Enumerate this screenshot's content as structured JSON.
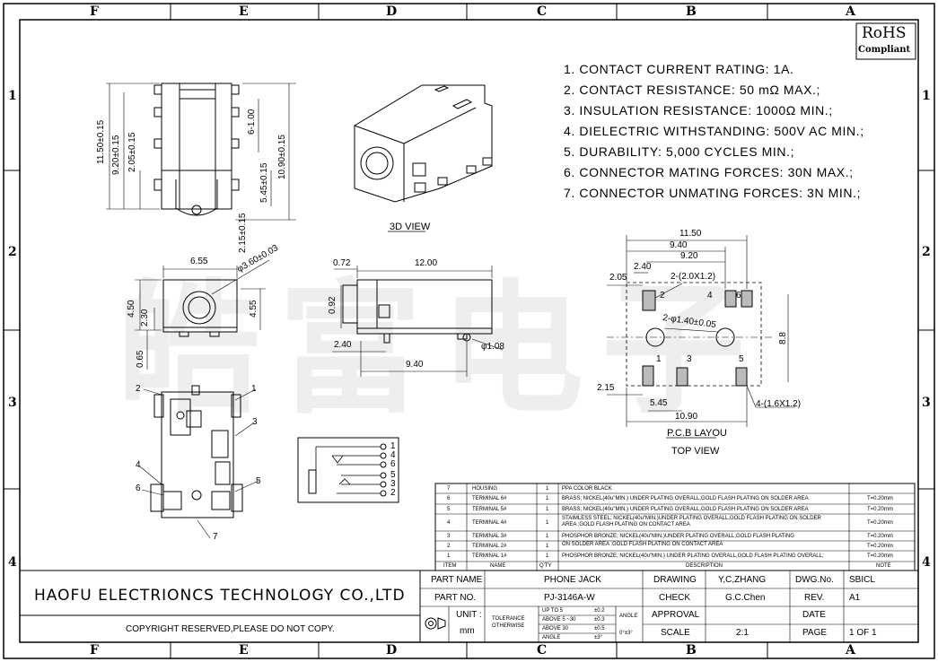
{
  "zones": {
    "top": [
      "F",
      "E",
      "D",
      "C",
      "B",
      "A"
    ],
    "bottom": [
      "F",
      "E",
      "D",
      "C",
      "B",
      "A"
    ],
    "left": [
      "1",
      "2",
      "3",
      "4"
    ],
    "right": [
      "1",
      "2",
      "3",
      "4"
    ]
  },
  "rohs": {
    "line1": "RoHS",
    "line2": "Compliant"
  },
  "watermark": "皓富电子",
  "specs": [
    "1. CONTACT CURRENT RATING: 1A.",
    "2. CONTACT RESISTANCE: 50 mΩ MAX.;",
    "3. INSULATION RESISTANCE: 1000Ω MIN.;",
    "4. DIELECTRIC WITHSTANDING: 500V AC MIN.;",
    "5. DURABILITY: 5,000 CYCLES MIN.;",
    "6. CONNECTOR MATING FORCES: 30N   MAX.;",
    "7. CONNECTOR UNMATING FORCES: 3N MIN.;"
  ],
  "views": {
    "view3d": "3D VIEW",
    "pcb_title": "P.C.B LAYOU",
    "pcb_sub": "TOP VIEW"
  },
  "dims": {
    "top_1150": "11.50±0.15",
    "top_920": "9.20±0.15",
    "top_205": "2.05±0.15",
    "top_6100": "6-1.00",
    "top_545": "5.45±0.15",
    "top_1090": "10.90±0.15",
    "top_215": "2.15±0.15",
    "f_655": "6.55",
    "f_phi": "φ3.60±0.03",
    "f_450": "4.50",
    "f_230": "2.30",
    "f_455": "4.55",
    "f_065": "0.65",
    "s_072": "0.72",
    "s_1200": "12.00",
    "s_092": "0.92",
    "s_240": "2.40",
    "s_940": "9.40",
    "s_108": "φ1.08",
    "p_1150": "11.50",
    "p_940": "9.40",
    "p_920": "9.20",
    "p_205": "2.05",
    "p_240": "2.40",
    "p_2pad": "2-(2.0X1.2)",
    "p_hole": "2-φ1.40±0.05",
    "p_88": "8.8",
    "p_215": "2.15",
    "p_545": "5.45",
    "p_1090": "10.90",
    "p_4pad": "4-(1.6X1.2)"
  },
  "pin_labels": {
    "front": [
      "1",
      "2",
      "3",
      "4",
      "5",
      "6",
      "7"
    ],
    "schematic": [
      "1",
      "4",
      "6",
      "5",
      "3",
      "2"
    ],
    "pcb": [
      "2",
      "4",
      "6",
      "1",
      "3",
      "5"
    ]
  },
  "bom": {
    "header": [
      "ITEM",
      "NAME",
      "Q'TY",
      "DESCRIPTION",
      "NOTE"
    ],
    "rows": [
      {
        "item": "7",
        "name": "HOUSING",
        "qty": "1",
        "desc": "PPA  COLOR BLACK",
        "note": ""
      },
      {
        "item": "6",
        "name": "TERMINAL 6#",
        "qty": "1",
        "desc": "BRASS; NICKEL(40u\"MIN.) UNDER PLATING OVERALL,GOLD FLASH PLATING ON SOLDER AREA",
        "note": "T=0.20mm"
      },
      {
        "item": "5",
        "name": "TERMINAL 5#",
        "qty": "1",
        "desc": "BRASS; NICKEL(40u\"MIN.) UNDER PLATING OVERALL,GOLD FLASH PLATING ON SOLDER AREA",
        "note": "T=0.20mm"
      },
      {
        "item": "4",
        "name": "TERMINAL 4#",
        "qty": "1",
        "desc": "STAIMLESS STEEL; NICKEL(40u\"MIN.)UNDER PLATING OVERALL,GOLD FLASH PLATING ON SOLDER AREA ;GOLD FLASH PLATING ON CONTACT AREA",
        "note": "T=0.20mm"
      },
      {
        "item": "3",
        "name": "TERMINAL 3#",
        "qty": "1",
        "desc": "PHOSPHOR BRONZE; NICKEL(40u\"MIN.)UNDER PLATING OVERALL,GOLD FLASH PLATING",
        "note": "T=0.20mm"
      },
      {
        "item": "2",
        "name": "TERMINAL 2#",
        "qty": "1",
        "desc": "ON SOLDER AREA ;GOLD FLASH PLATING ON CONTACT AREA",
        "note": "T=0.20mm"
      },
      {
        "item": "1",
        "name": "TERMINAL 1#",
        "qty": "1",
        "desc": "PHOSPHOR BRONZE; NICKEL(40u\"MIN.) UNDER PLATING OVERALL,GOLD FLASH PLATING OVERALL;",
        "note": "T=0.20mm"
      }
    ]
  },
  "title_block": {
    "company": "HAOFU ELECTRIONCS TECHNOLOGY CO.,LTD",
    "copyright": "COPYRIGHT RESERVED,PLEASE DO NOT COPY.",
    "part_name_label": "PART NAME",
    "part_name": "PHONE JACK",
    "part_no_label": "PART NO.",
    "part_no": "PJ-3146A-W",
    "unit_label": "UNIT :",
    "unit": "mm",
    "tolerance_label": "TOLERANCE OTHERWISE",
    "tol_rows": [
      {
        "range": "UP TO 5",
        "val": "±0.2"
      },
      {
        "range": "ABOVE 5 ~30",
        "val": "±0.3"
      },
      {
        "range": "ABOVE 30",
        "val": "±0.5"
      },
      {
        "range": "ANGLE",
        "val": "±3°"
      }
    ],
    "angle_label": "ANGLE",
    "angle_val": "0°±3°",
    "drawing_label": "DRAWING",
    "drawing": "Y,C,ZHANG",
    "check_label": "CHECK",
    "check": "G.C.Chen",
    "approval_label": "APPROVAL",
    "approval": "",
    "scale_label": "SCALE",
    "scale": "2:1",
    "dwg_label": "DWG.No.",
    "dwg": "SBICL",
    "rev_label": "REV.",
    "rev": "A1",
    "date_label": "DATE",
    "date": "",
    "page_label": "PAGE",
    "page": "1 OF 1"
  }
}
